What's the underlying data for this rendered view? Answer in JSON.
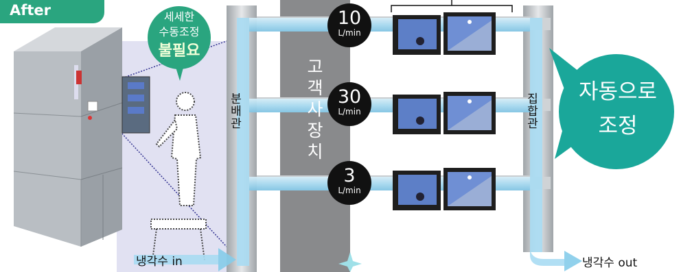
{
  "badge": "After",
  "left_bubble": {
    "line1": "세세한",
    "line2": "수동조정",
    "line3": "불필요"
  },
  "right_bubble": {
    "line1": "자동으로",
    "line2": "조정"
  },
  "labels": {
    "distribution_pipe": "분배관",
    "customer_device": "고객사 장치",
    "collection_pipe": "집합관",
    "coolant_in": "냉각수 in",
    "coolant_out": "냉각수 out"
  },
  "flows": [
    {
      "value": "10",
      "unit": "L/min"
    },
    {
      "value": "30",
      "unit": "L/min"
    },
    {
      "value": "3",
      "unit": "L/min"
    }
  ],
  "colors": {
    "accent_green": "#2aa57f",
    "pipe_blue": "#a9dcf3",
    "pipe_gray": "#c9cdd0",
    "device_gray": "#8a8a8a"
  }
}
